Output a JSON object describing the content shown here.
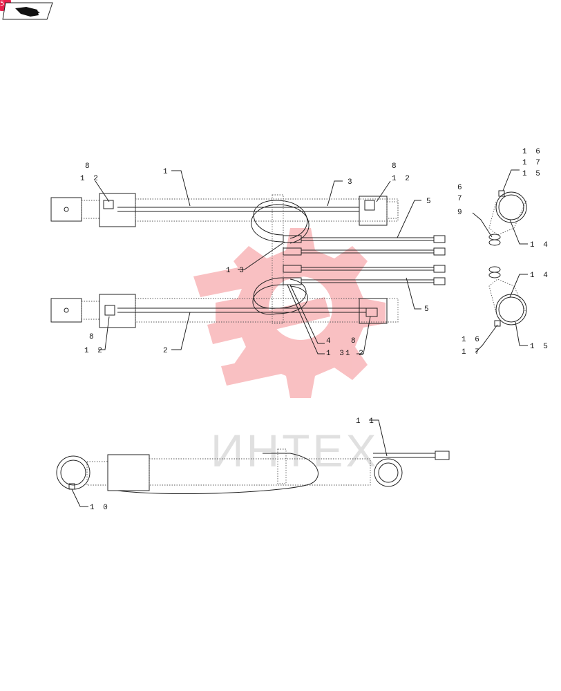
{
  "watermark": {
    "text": "ИНТЕХ",
    "color": "#f16a70"
  },
  "nav": {
    "badge_color": "#e6204a",
    "icon": "return-arrow-icon"
  },
  "labels": {
    "l1": "1",
    "l2": "2",
    "l3": "3",
    "l4": "4",
    "l5a": "5",
    "l5b": "5",
    "l6": "6",
    "l7": "7",
    "l9": "9",
    "l8a": "8",
    "l12a": "1 2",
    "l8b": "8",
    "l12b": "1 2",
    "l8c": "8",
    "l12c": "1 2",
    "l8d": "8",
    "l12d": "1 2",
    "l10": "1 0",
    "l11": "1 1",
    "l13a": "1 3",
    "l13b": "1 3",
    "l14a": "1 4",
    "l14b": "1 4",
    "l15a": "1 5",
    "l15b": "1 5",
    "l16a": "1 6",
    "l17a": "1 7",
    "l16b": "1 6",
    "l17b": "1 7"
  }
}
